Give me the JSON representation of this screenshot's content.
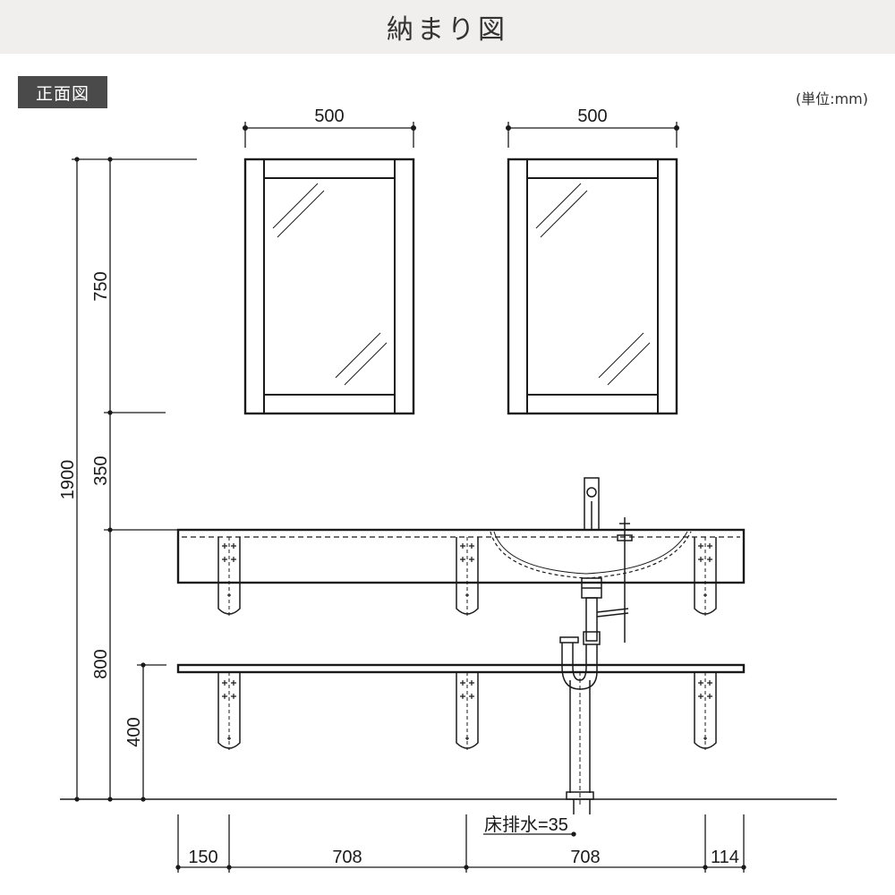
{
  "title": "納まり図",
  "view_label": "正面図",
  "unit_note": "(単位:mm)",
  "dimensions": {
    "mirror_width_left": "500",
    "mirror_width_right": "500",
    "mirror_height": "750",
    "mirror_to_counter": "350",
    "total_height": "1900",
    "counter_height": "800",
    "shelf_height": "400",
    "floor_drain": "床排水=35",
    "bottom": [
      "150",
      "708",
      "708",
      "114"
    ]
  }
}
